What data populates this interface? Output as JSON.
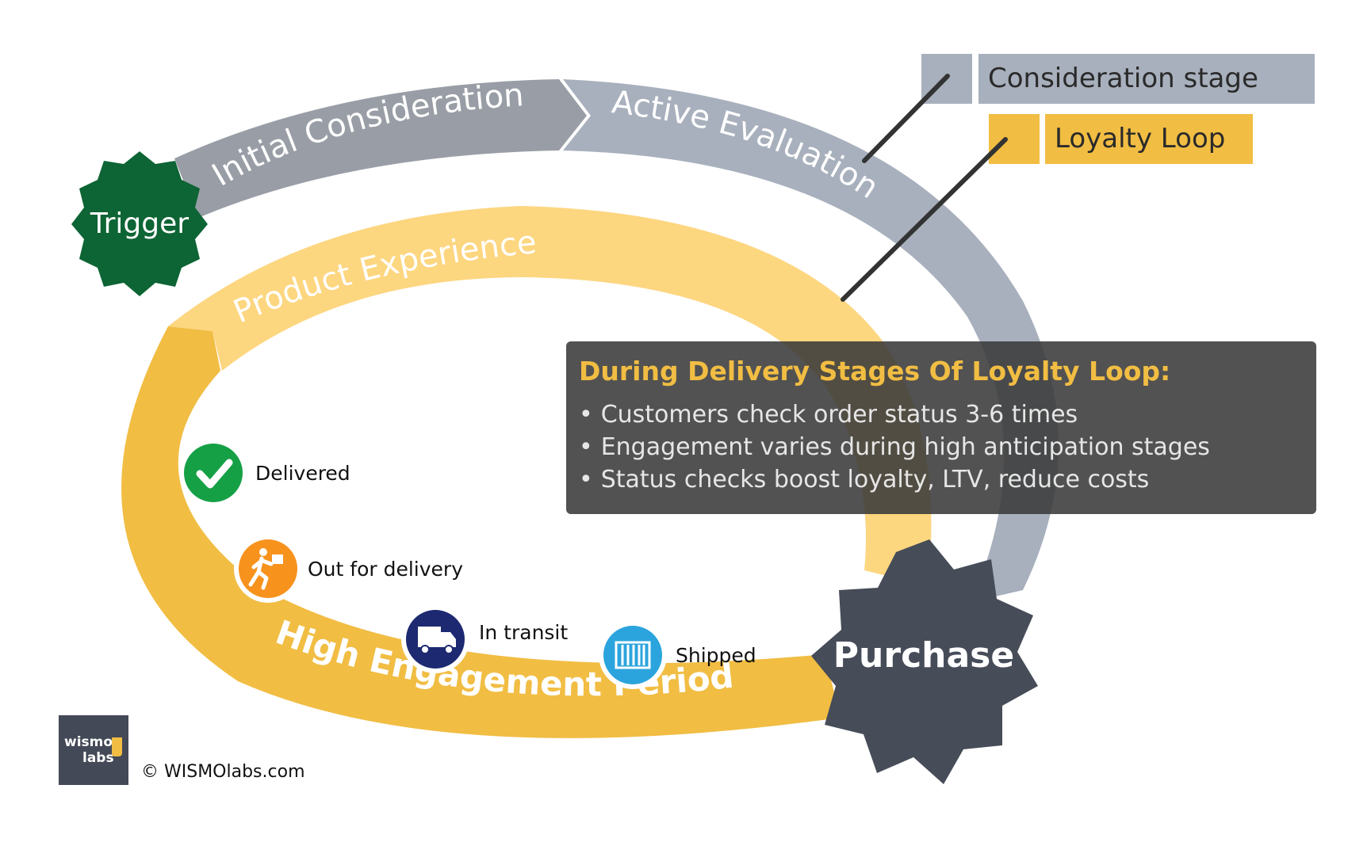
{
  "legend": {
    "consideration_label": "Consideration stage",
    "loyalty_label": "Loyalty Loop"
  },
  "stages": {
    "initial": "Initial Consideration",
    "active": "Active Evaluation",
    "product": "Product Experience",
    "engagement": "High Engagement Period"
  },
  "badges": {
    "trigger": "Trigger",
    "purchase": "Purchase"
  },
  "delivery_steps": [
    {
      "label": "Delivered",
      "icon": "check-icon"
    },
    {
      "label": "Out for delivery",
      "icon": "courier-icon"
    },
    {
      "label": "In transit",
      "icon": "truck-icon"
    },
    {
      "label": "Shipped",
      "icon": "package-icon"
    }
  ],
  "info": {
    "title": "During Delivery Stages Of Loyalty Loop:",
    "bullets": [
      "Customers check order status 3-6 times",
      "Engagement varies during high anticipation stages",
      "Status checks boost loyalty, LTV, reduce costs"
    ]
  },
  "footer": {
    "logo_line1": "wismo",
    "logo_line2": "labs",
    "copyright": "© WISMOlabs.com"
  },
  "colors": {
    "consideration_dark": "#999ea6",
    "consideration_light": "#a8b0bd",
    "loyalty_light": "#fdd680",
    "loyalty_dark": "#f1bd43",
    "trigger_green": "#0d6434",
    "purchase_slate": "#464c58",
    "delivered_green": "#16a046",
    "courier_orange": "#f7921d",
    "transit_navy": "#1d2970",
    "shipped_blue": "#2ba4dd"
  }
}
